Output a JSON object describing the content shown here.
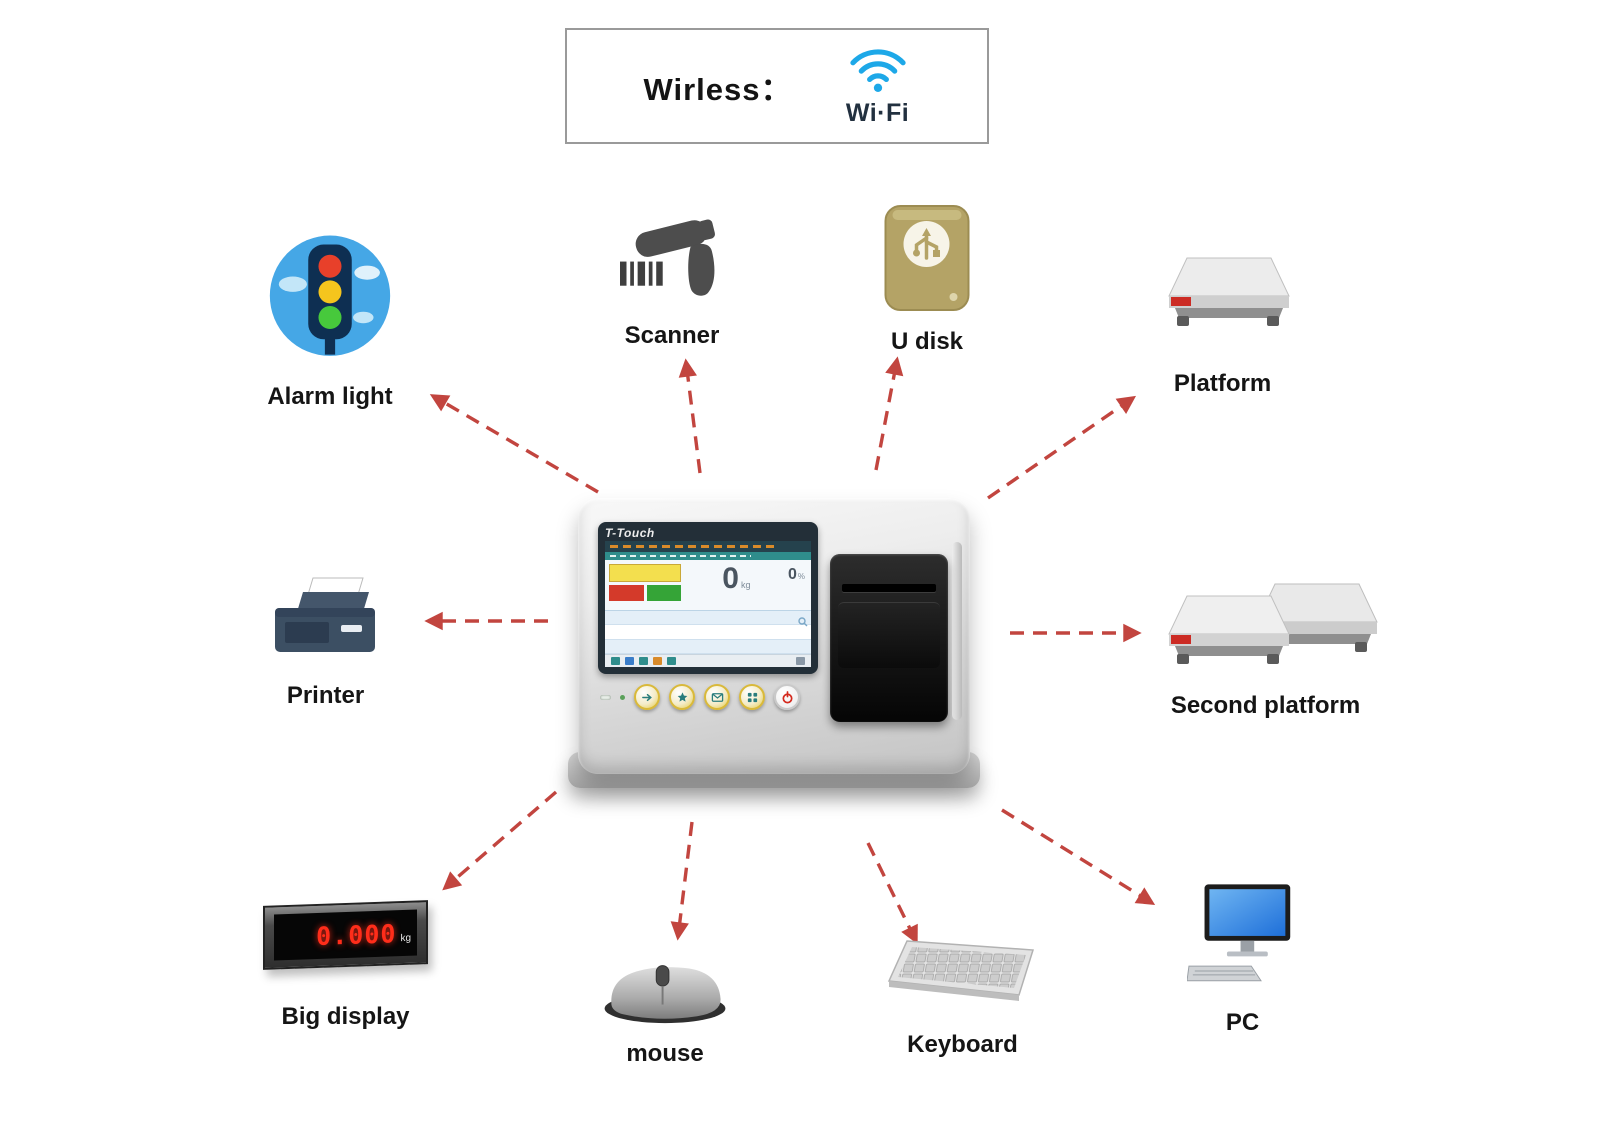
{
  "wireless_box": {
    "label": "Wirless：",
    "wifi_label": "Wi·Fi"
  },
  "device": {
    "brand": "T-Touch",
    "screen": {
      "weight": "0",
      "weight_unit": "kg",
      "percent": "0",
      "percent_unit": "%"
    }
  },
  "big_display": {
    "value": "0.000",
    "unit": "kg"
  },
  "nodes": {
    "alarm_light": {
      "label": "Alarm light"
    },
    "scanner": {
      "label": "Scanner"
    },
    "u_disk": {
      "label": "U disk"
    },
    "platform": {
      "label": "Platform"
    },
    "printer": {
      "label": "Printer"
    },
    "second_platform": {
      "label": "Second platform"
    },
    "big_display": {
      "label": "Big display"
    },
    "mouse": {
      "label": "mouse"
    },
    "keyboard": {
      "label": "Keyboard"
    },
    "pc": {
      "label": "PC"
    }
  },
  "icons": {
    "wifi": "wifi-signal-icon",
    "alarm_light": "traffic-light-icon",
    "scanner": "barcode-scanner-icon",
    "u_disk": "usb-drive-icon",
    "platform": "weighing-platform-icon",
    "printer": "printer-icon",
    "second_platform": "dual-weighing-platform-icon",
    "big_display": "led-display-icon",
    "mouse": "computer-mouse-icon",
    "keyboard": "computer-keyboard-icon",
    "pc": "desktop-computer-icon"
  },
  "colors": {
    "arrow": "#c2453f",
    "wifi_blue": "#1da8e8",
    "led_red": "#ff2d1a"
  }
}
